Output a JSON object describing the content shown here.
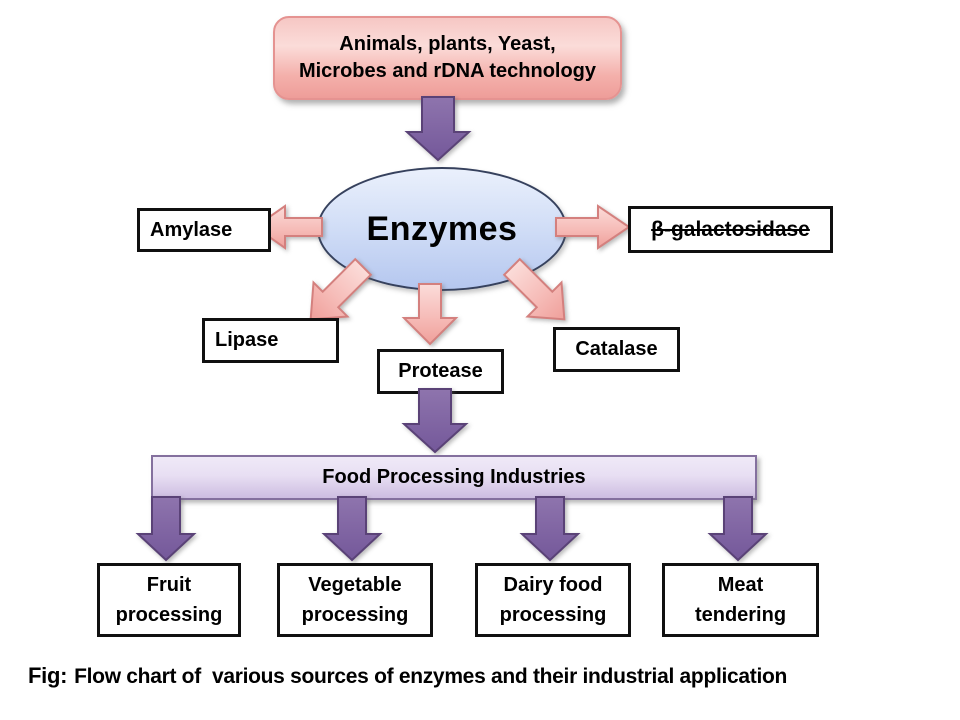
{
  "figure": {
    "source_box": {
      "line1": "Animals, plants, Yeast,",
      "line2": "Microbes and rDNA technology"
    },
    "central_node": {
      "label": "Enzymes"
    },
    "enzyme_boxes": {
      "amylase": "Amylase",
      "beta_galactosidase": "β-galactosidase",
      "lipase": "Lipase",
      "protease": "Protease",
      "catalase": "Catalase"
    },
    "industries_bar": {
      "label": "Food Processing Industries"
    },
    "applications": [
      {
        "line1": "Fruit",
        "line2": "processing"
      },
      {
        "line1": "Vegetable",
        "line2": "processing"
      },
      {
        "line1": "Dairy food",
        "line2": "processing"
      },
      {
        "line1": "Meat",
        "line2": "tendering"
      }
    ],
    "caption": {
      "prefix": "Fig:",
      "text": "Flow chart of  various sources of enzymes and their industrial application"
    }
  },
  "colors": {
    "source_box_fill": "#f4b0ab",
    "source_box_border": "#e59391",
    "ellipse_fill_top": "#eaf0fc",
    "ellipse_fill_bottom": "#b5c7ef",
    "ellipse_border": "#36415d",
    "pink_arrow_fill": "#f4b3ae",
    "pink_arrow_border": "#d4807e",
    "purple_arrow_fill": "#7d5f9f",
    "purple_arrow_border": "#5a4277",
    "industries_bar_fill": "#e8dff3",
    "industries_bar_border": "#84709e",
    "label_box_border": "#101010",
    "background": "#ffffff"
  }
}
